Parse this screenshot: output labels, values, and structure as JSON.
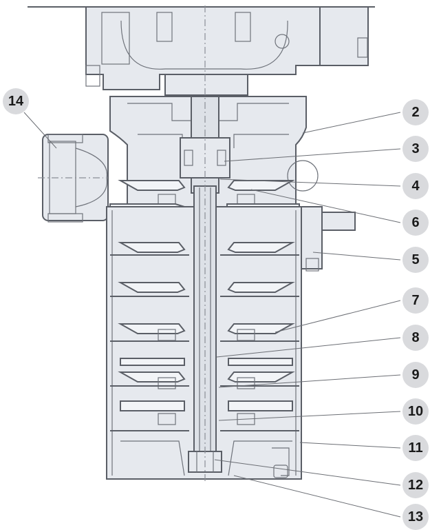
{
  "callouts": [
    {
      "id": "c2",
      "label": "2"
    },
    {
      "id": "c3",
      "label": "3"
    },
    {
      "id": "c4",
      "label": "4"
    },
    {
      "id": "c6",
      "label": "6"
    },
    {
      "id": "c5",
      "label": "5"
    },
    {
      "id": "c7",
      "label": "7"
    },
    {
      "id": "c8",
      "label": "8"
    },
    {
      "id": "c9",
      "label": "9"
    },
    {
      "id": "c10",
      "label": "10"
    },
    {
      "id": "c11",
      "label": "11"
    },
    {
      "id": "c12",
      "label": "12"
    },
    {
      "id": "c13",
      "label": "13"
    },
    {
      "id": "c14",
      "label": "14"
    }
  ],
  "colors": {
    "badge": "#d9dadd",
    "drawing_fill": "#e6e9ee",
    "line": "#5a5e66"
  }
}
